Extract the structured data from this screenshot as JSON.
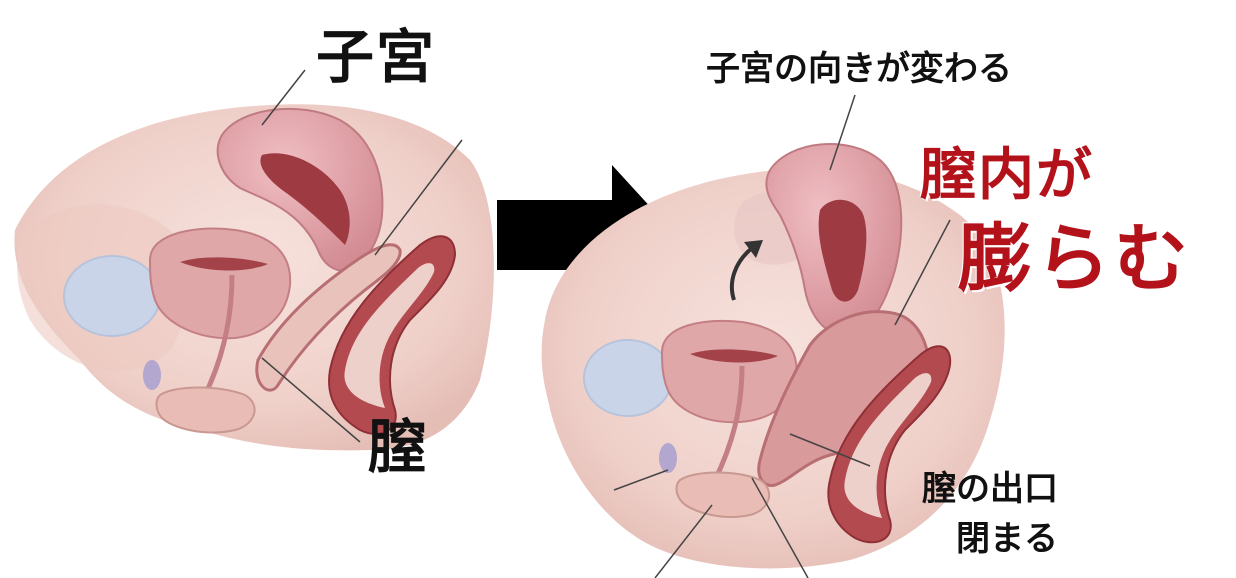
{
  "left_panel": {
    "label_uterus": "子宮",
    "label_vagina": "膣"
  },
  "right_panel": {
    "label_uterus_direction": "子宮の向きが変わる",
    "label_swell_line1": "膣内が",
    "label_swell_line2": "膨らむ",
    "label_exit_line1": "膣の出口",
    "label_exit_line2": "閉まる"
  },
  "colors": {
    "uterus": "#dfa0a6",
    "uterus_inner": "#9e3a42",
    "tissue": "#f3d6d0",
    "tissue_dark": "#e6b8b0",
    "bladder": "#c9d4e8",
    "arrow": "#000000",
    "highlight_text": "#b3121b"
  },
  "icons": [
    "right-arrow-icon",
    "curved-arrow-icon"
  ]
}
